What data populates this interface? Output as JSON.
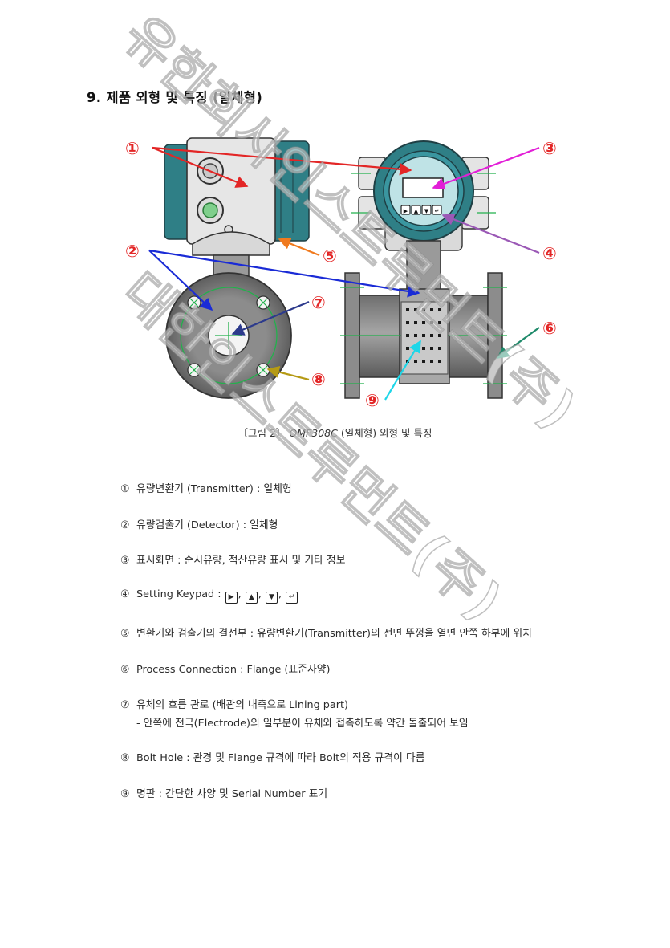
{
  "section_title": "9. 제품 외형 및 특징 (일체형)",
  "figure": {
    "callouts": [
      "①",
      "②",
      "③",
      "④",
      "⑤",
      "⑥",
      "⑦",
      "⑧",
      "⑨"
    ],
    "keypad_glyphs": [
      "▶",
      "▲",
      "▼",
      "↵"
    ]
  },
  "caption": {
    "prefix": "〔그림 2〕",
    "model": "OMF308C",
    "suffix": "(일체형) 외형 및 특징"
  },
  "items": [
    {
      "num": "①",
      "text": "유량변환기 (Transmitter) : 일체형"
    },
    {
      "num": "②",
      "text": "유량검출기 (Detector) : 일체형"
    },
    {
      "num": "③",
      "text": "표시화면 : 순시유량, 적산유량 표시 및 기타 정보"
    },
    {
      "num": "④",
      "text": "Setting Keypad :",
      "keys": [
        "▶",
        "▲",
        "▼",
        "↵"
      ]
    },
    {
      "num": "⑤",
      "text": "변환기와 검출기의 결선부 : 유량변환기(Transmitter)의 전면 뚜껑을 열면 안쪽 하부에 위치"
    },
    {
      "num": "⑥",
      "text": "Process Connection : Flange (표준사양)"
    },
    {
      "num": "⑦",
      "text": "유체의 흐름 관로 (배관의 내측으로 Lining part)",
      "sub": "- 안쪽에 전극(Electrode)의 일부분이 유체와 접촉하도록 약간 돌출되어 보임"
    },
    {
      "num": "⑧",
      "text": "Bolt Hole : 관경 및 Flange 규격에 따라 Bolt의 적용 규격이 다름"
    },
    {
      "num": "⑨",
      "text": "명판 : 간단한 사양 및 Serial Number 표기"
    }
  ],
  "watermark": {
    "line1": "유한회사인스트루먼트(주)",
    "line2": "대한인스트루먼트(주)"
  },
  "colors": {
    "callout_red": "#e32626",
    "arrow_magenta": "#e21fd7",
    "arrow_purple": "#9b59b6",
    "arrow_orange": "#f07a1e",
    "arrow_blue": "#1a2bd6",
    "arrow_navy": "#2c3a8c",
    "arrow_teal": "#1e8a6a",
    "arrow_olive": "#b59a14",
    "arrow_cyan": "#1ed6e8",
    "housing_teal": "#2f7f86",
    "center_green": "#22b14c"
  }
}
